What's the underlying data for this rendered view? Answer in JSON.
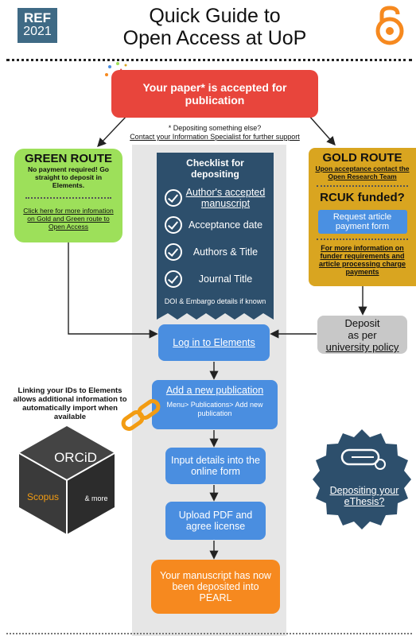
{
  "header": {
    "ref_badge_top": "REF",
    "ref_badge_year": "2021",
    "title_line1": "Quick Guide to",
    "title_line2": "Open Access at UoP"
  },
  "accepted": {
    "text": "Your paper* is accepted for publication"
  },
  "deposit_else": {
    "line1": "* Depositing something else?",
    "line2": "Contact your Information Specialist for further support"
  },
  "green_route": {
    "title": "GREEN ROUTE",
    "subtitle": "No payment required! Go straight to deposit in Elements.",
    "link": "Click here for more infomation on Gold and Green route to Open Access"
  },
  "checklist": {
    "title": "Checklist for depositing",
    "items": [
      {
        "label": "Author's accepted manuscript",
        "underlined": true
      },
      {
        "label": "Acceptance date",
        "underlined": false
      },
      {
        "label": "Authors & Title",
        "underlined": false
      },
      {
        "label": "Journal Title",
        "underlined": false
      }
    ],
    "note": "DOI & Embargo details if known"
  },
  "gold_route": {
    "title": "GOLD ROUTE",
    "subtitle": "Upon acceptance contact the Open Research Team",
    "rcuk": "RCUK funded?",
    "request_button": "Request article payment form",
    "more_info": "For more information on funder requirements and article processing charge payments"
  },
  "deposit_policy": {
    "line1": "Deposit",
    "line2": "as per",
    "line3": "university policy"
  },
  "steps": {
    "login": "Log in to Elements",
    "add_pub_title": "Add a new publication",
    "add_pub_sub": "Menu> Publications> Add new publication",
    "input": "Input details into the online form",
    "upload": "Upload PDF and agree license",
    "done": "Your manuscript has now been deposited into PEARL"
  },
  "linking": {
    "text": "Linking your IDs to Elements allows additional information to automatically import when available",
    "orcid": "ORCiD",
    "scopus": "Scopus",
    "and_more": "& more"
  },
  "thesis": {
    "text": "Depositing your eThesis?"
  },
  "colors": {
    "red": "#e8453c",
    "green": "#9de05a",
    "navy": "#2d4f6c",
    "gold": "#d9a520",
    "blue": "#4a8ee0",
    "orange": "#f6891f",
    "grey": "#c8c8c8",
    "badge": "#3f6a85"
  },
  "icons": {
    "open_access": "open-access-lock-icon",
    "party": "party-popper-icon",
    "chain": "chain-link-icon",
    "thesis": "diploma-scroll-icon",
    "cube": "id-cube-icon"
  }
}
